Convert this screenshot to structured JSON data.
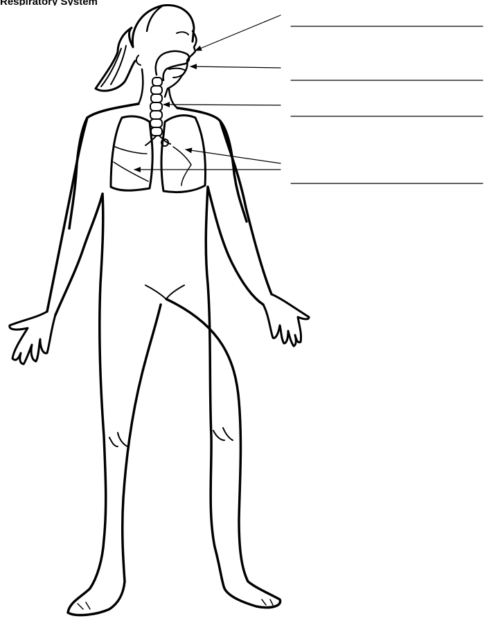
{
  "title": "Respiratory System",
  "colors": {
    "ink": "#000000",
    "background": "#ffffff"
  },
  "labels": [
    {
      "id": "nose",
      "text": ""
    },
    {
      "id": "mouth",
      "text": ""
    },
    {
      "id": "trachea",
      "text": ""
    },
    {
      "id": "lungs",
      "text": ""
    }
  ]
}
